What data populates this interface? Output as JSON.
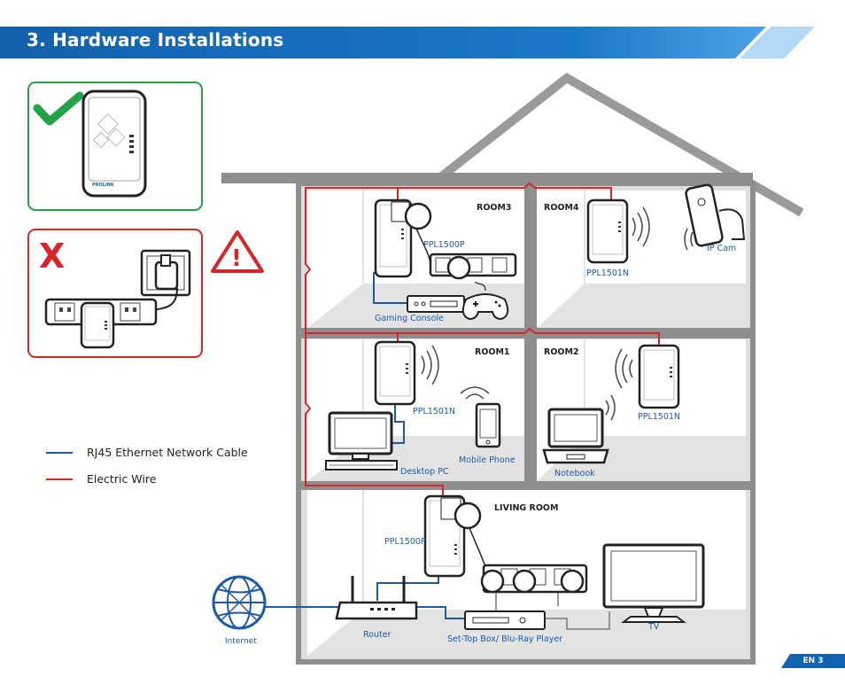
{
  "header": {
    "title": "3. Hardware Installations",
    "color": "#1463b0"
  },
  "legend": {
    "ethernet": {
      "label": "RJ45 Ethernet Network Cable",
      "color": "#1a5aa8"
    },
    "electric": {
      "label": "Electric Wire",
      "color": "#d9252a"
    }
  },
  "panels": {
    "correct": {
      "color": "#23a24a",
      "device_brand": "PROLiNK"
    },
    "incorrect": {
      "mark": "X",
      "color": "#d9252a",
      "warning_glyph": "!"
    }
  },
  "rooms": {
    "room3": "ROOM3",
    "room4": "ROOM4",
    "room1": "ROOM1",
    "room2": "ROOM2",
    "living": "LIVING ROOM"
  },
  "devices": {
    "ppl1500p_room3": "PPL1500P",
    "ppl1501n_room4": "PPL1501N",
    "ipcam": "IP Cam",
    "gaming": "Gaming Console",
    "ppl1501n_room1": "PPL1501N",
    "mobile": "Mobile Phone",
    "desktop": "Desktop PC",
    "ppl1501n_room2": "PPL1501N",
    "notebook": "Notebook",
    "ppl1500p_living": "PPL1500P",
    "router": "Router",
    "internet": "Internet",
    "settop": "Set-Top Box/ Blu-Ray Player",
    "tv": "TV"
  },
  "page": {
    "label": "EN 3"
  }
}
